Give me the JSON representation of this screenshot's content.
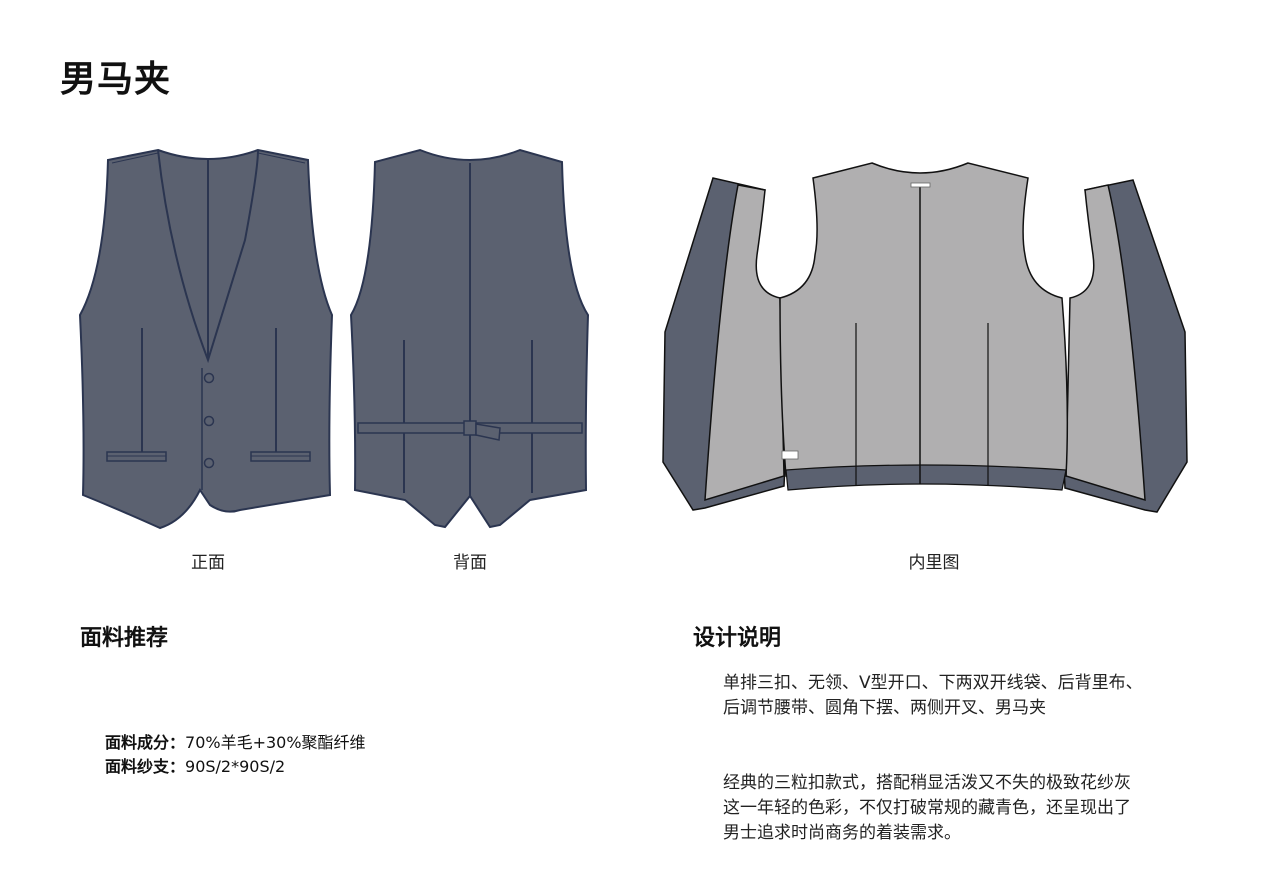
{
  "title": "男马夹",
  "colors": {
    "shell": "#5b6170",
    "outline": "#2b3550",
    "lining": "#b0afb0",
    "background": "#ffffff"
  },
  "views": [
    {
      "label": "正面"
    },
    {
      "label": "背面"
    },
    {
      "label": "内里图"
    }
  ],
  "fabric": {
    "heading": "面料推荐",
    "rows": [
      {
        "key": "面料成分：",
        "value": "70%羊毛+30%聚酯纤维"
      },
      {
        "key": "面料纱支：",
        "value": "90S/2*90S/2"
      }
    ]
  },
  "design": {
    "heading": "设计说明",
    "paragraphs": [
      "单排三扣、无领、V型开口、下两双开线袋、后背里布、后调节腰带、圆角下摆、两侧开叉、男马夹",
      "经典的三粒扣款式，搭配稍显活泼又不失的极致花纱灰这一年轻的色彩，不仅打破常规的藏青色，还呈现出了男士追求时尚商务的着装需求。"
    ]
  }
}
